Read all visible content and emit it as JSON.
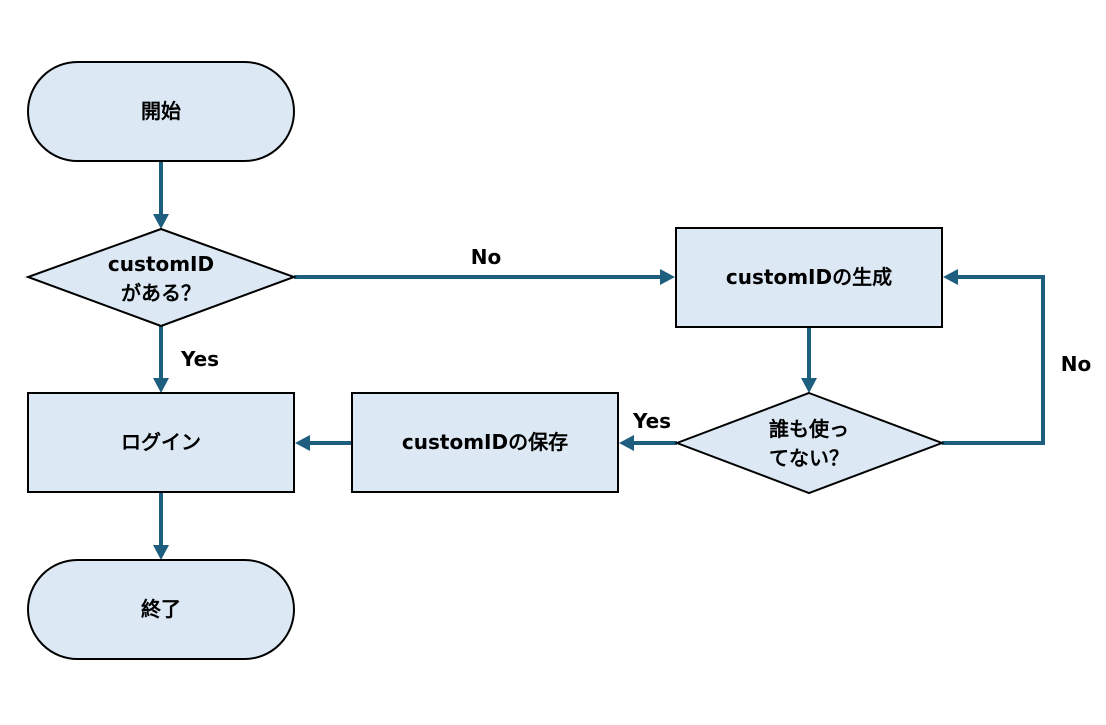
{
  "nodes": {
    "start": {
      "label": "開始"
    },
    "has_custom_id": {
      "label_line1": "customID",
      "label_line2": "がある？"
    },
    "generate": {
      "label": "customIDの生成"
    },
    "login": {
      "label": "ログイン"
    },
    "save": {
      "label": "customIDの保存"
    },
    "unused": {
      "label_line1": "誰も使っ",
      "label_line2": "てない？"
    },
    "end": {
      "label": "終了"
    }
  },
  "edges": {
    "no_to_generate": "No",
    "yes_to_login": "Yes",
    "yes_to_save": "Yes",
    "no_loop": "No"
  },
  "colors": {
    "node_fill": "#dce9f5",
    "node_stroke": "#000000",
    "arrow": "#1e5f7f"
  }
}
